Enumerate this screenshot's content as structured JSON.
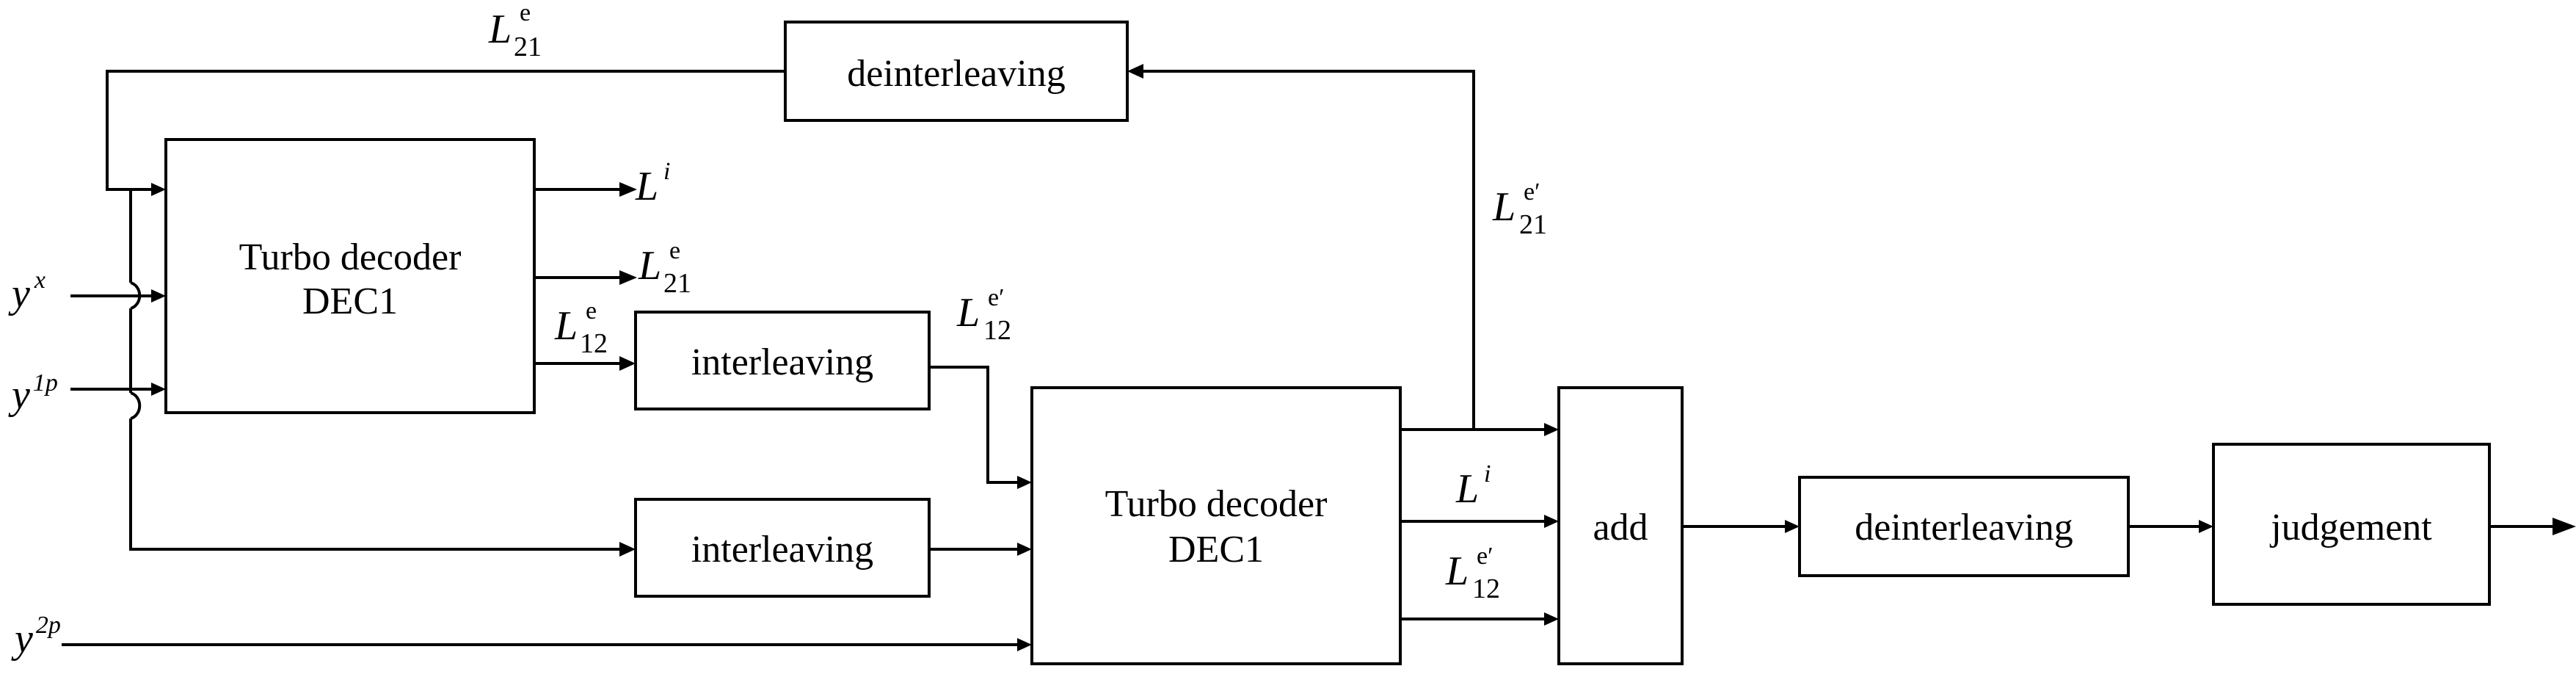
{
  "blocks": {
    "dec1_top_line1": "Turbo decoder",
    "dec1_top_line2": "DEC1",
    "dec1_bottom_line1": "Turbo decoder",
    "dec1_bottom_line2": "DEC1",
    "deinterleaving_top": "deinterleaving",
    "interleaving_top": "interleaving",
    "interleaving_bottom": "interleaving",
    "add": "add",
    "deinterleaving_right": "deinterleaving",
    "judgement": "judgement"
  },
  "inputs": {
    "yx": {
      "base": "y",
      "sup": "x"
    },
    "y1p": {
      "base": "y",
      "sup": "1p"
    },
    "y2p": {
      "base": "y",
      "sup": "2p"
    }
  },
  "signals": {
    "L21e_top": {
      "base": "L",
      "sup": "e",
      "sub": "21"
    },
    "Li_top": {
      "base": "L",
      "sup": "i"
    },
    "L21e_mid": {
      "base": "L",
      "sup": "e",
      "sub": "21"
    },
    "L12e": {
      "base": "L",
      "sup": "e",
      "sub": "12"
    },
    "L12e_prime": {
      "base": "L",
      "sup": "e′",
      "sub": "12"
    },
    "L21e_prime": {
      "base": "L",
      "sup": "e′",
      "sub": "21"
    },
    "Li_bottom": {
      "base": "L",
      "sup": "i"
    },
    "L12e_prime_b": {
      "base": "L",
      "sup": "e′",
      "sub": "12"
    }
  }
}
